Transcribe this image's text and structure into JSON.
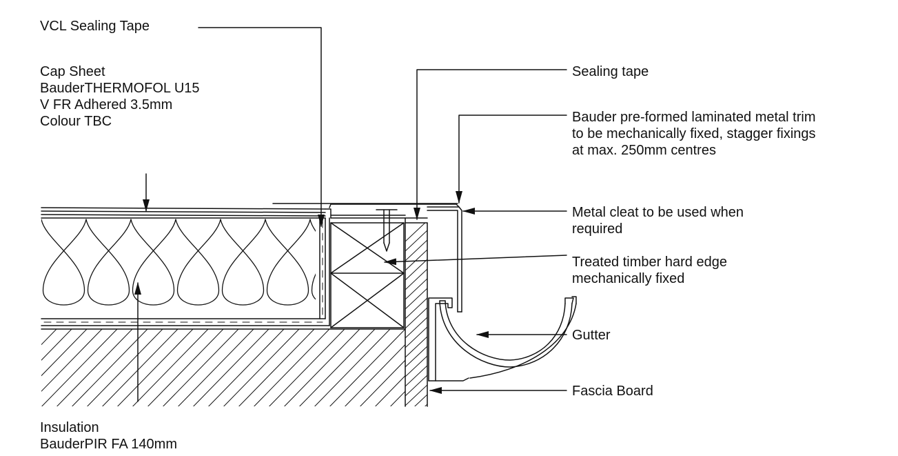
{
  "labels": {
    "vcl_tape": [
      "VCL Sealing Tape"
    ],
    "cap_sheet": [
      "Cap Sheet",
      "BauderTHERMOFOL U15",
      "V FR Adhered 3.5mm",
      "Colour TBC"
    ],
    "sealing_tape": [
      "Sealing tape"
    ],
    "metal_trim": [
      "Bauder pre-formed laminated metal trim",
      "to be mechanically fixed, stagger fixings",
      "at max. 250mm centres"
    ],
    "metal_cleat": [
      "Metal cleat to be used when",
      "required"
    ],
    "timber_edge": [
      "Treated timber hard edge",
      "mechanically fixed"
    ],
    "gutter": [
      "Gutter"
    ],
    "fascia": [
      "Fascia Board"
    ],
    "insulation": [
      "Insulation",
      "BauderPIR FA 140mm"
    ]
  },
  "colors": {
    "line": "#111111",
    "background": "#ffffff"
  }
}
